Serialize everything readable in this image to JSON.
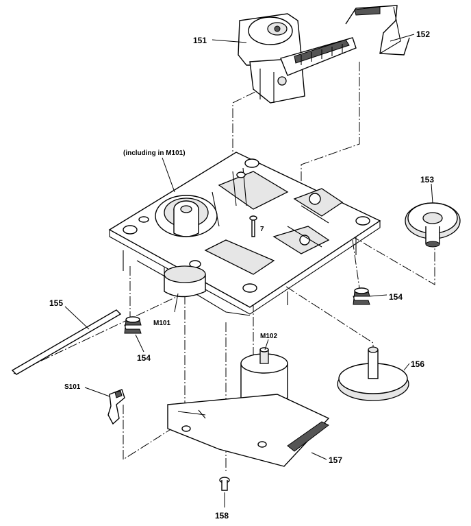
{
  "labels": {
    "p151": "151",
    "p152": "152",
    "p153": "153",
    "p154a": "154",
    "p154b": "154",
    "p155": "155",
    "p156": "156",
    "p157": "157",
    "p158": "158",
    "s101": "S101",
    "m101": "M101",
    "m102": "M102",
    "p7": "7",
    "note": "(including in M101)"
  }
}
